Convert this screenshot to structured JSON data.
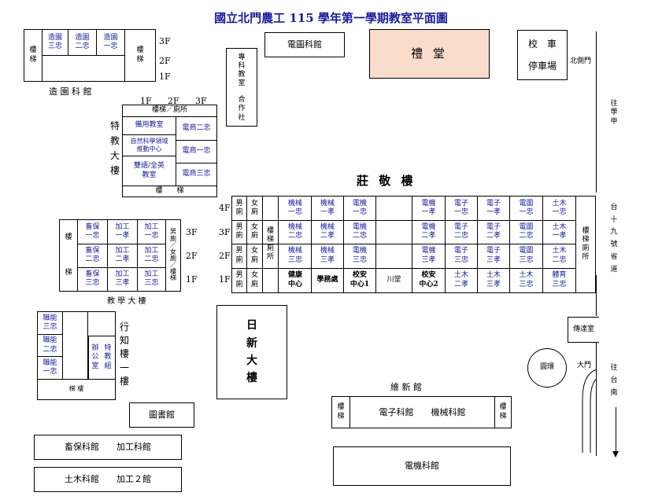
{
  "title": "國立北門農工 115 學年第一學期教室平面圖",
  "zaotuan": {
    "name": "造 園 科 館",
    "stairs": "樓\n梯",
    "rooms": [
      "造園\n三忠",
      "造園\n二忠",
      "造園\n一忠"
    ],
    "floors": [
      "3F",
      "2F",
      "1F"
    ]
  },
  "diantu": "電圖科館",
  "zhuanke": {
    "top": "專\n科\n教\n室",
    "bottom": "合\n作\n社"
  },
  "auditorium": "禮 堂",
  "parking": {
    "line1": "校　車",
    "line2": "停車場"
  },
  "north_gate": "北側門",
  "road": {
    "north": "往\n學\n甲",
    "name": "台\n十\n九\n號\n省\n道",
    "south": "往\n台\n南"
  },
  "special": {
    "name": "特\n教\n大\n樓",
    "floors": [
      "1F",
      "2F",
      "3F"
    ],
    "top": "樓梯／廁所",
    "bottom": "樓　　梯",
    "rooms_left": [
      "備用教室",
      "自然科學領域\n推動中心",
      "雙語/全英\n教室"
    ],
    "rooms_right": [
      "電商二忠",
      "電商一忠",
      "電商三忠"
    ]
  },
  "zhuangjing": {
    "name": "莊 敬 樓",
    "floors": [
      "4F",
      "3F",
      "2F",
      "1F"
    ],
    "toilet_m": "男\n廁",
    "toilet_f": "女\n廁",
    "stair_left": "樓\n梯\n廁\n所",
    "stair_right": "樓\n梯\n廁\n所",
    "grid": [
      [
        "機械\n一忠",
        "機械\n一孝",
        "電機\n一忠",
        "",
        "電機\n一孝",
        "電子\n一忠",
        "電子\n一孝",
        "電圖\n一忠",
        "土木\n一忠"
      ],
      [
        "機械\n二忠",
        "機械\n二孝",
        "電機\n二忠",
        "",
        "電機\n二孝",
        "電子\n二忠",
        "電子\n二孝",
        "電圖\n二忠",
        "土木\n一孝"
      ],
      [
        "機械\n三忠",
        "機械\n三孝",
        "電機\n三忠",
        "",
        "電機\n三孝",
        "電子\n三忠",
        "電子\n三孝",
        "電圖\n三忠",
        "土木\n二忠"
      ],
      [
        "健康\n中心",
        "學務處",
        "校安\n中心1",
        "川堂",
        "校安\n中心2",
        "土木\n二孝",
        "土木\n三孝",
        "土木\n三忠",
        "體育\n三忠"
      ]
    ]
  },
  "teaching": {
    "name": "教 學 大 樓",
    "stairs_top": "樓",
    "stairs_bottom": "梯",
    "floors": [
      "3F",
      "2F",
      "1F"
    ],
    "toilet": "男\n廁\n／\n女\n廁\n／\n樓\n梯",
    "grid": [
      [
        "畜保\n一忠",
        "加工\n一孝",
        "加工\n一忠"
      ],
      [
        "畜保\n二忠",
        "加工\n二孝",
        "加工\n二忠"
      ],
      [
        "畜保\n三忠",
        "加工\n三孝",
        "加工\n三忠"
      ]
    ]
  },
  "xingzhi": {
    "name": "行\n知\n樓\n一\n樓",
    "rooms": [
      "職能\n三忠",
      "職能\n二忠",
      "職能\n一忠"
    ],
    "office": "辦\n公\n室",
    "special_ed": "特\n教\n組",
    "stairs": "梯 樓"
  },
  "rixin": "日\n新\n大\n樓",
  "guard": "傳達室",
  "roundabout": "圓環",
  "main_gate": "大門",
  "library": "圖書館",
  "weixin": {
    "name": "維 新 館",
    "stairs": "樓\n梯",
    "content": "電子科館　　機械科館"
  },
  "bldg1": "畜保科館　　加工科館",
  "bldg2": "土木科館　　加工２館",
  "dianji": "電機科館"
}
